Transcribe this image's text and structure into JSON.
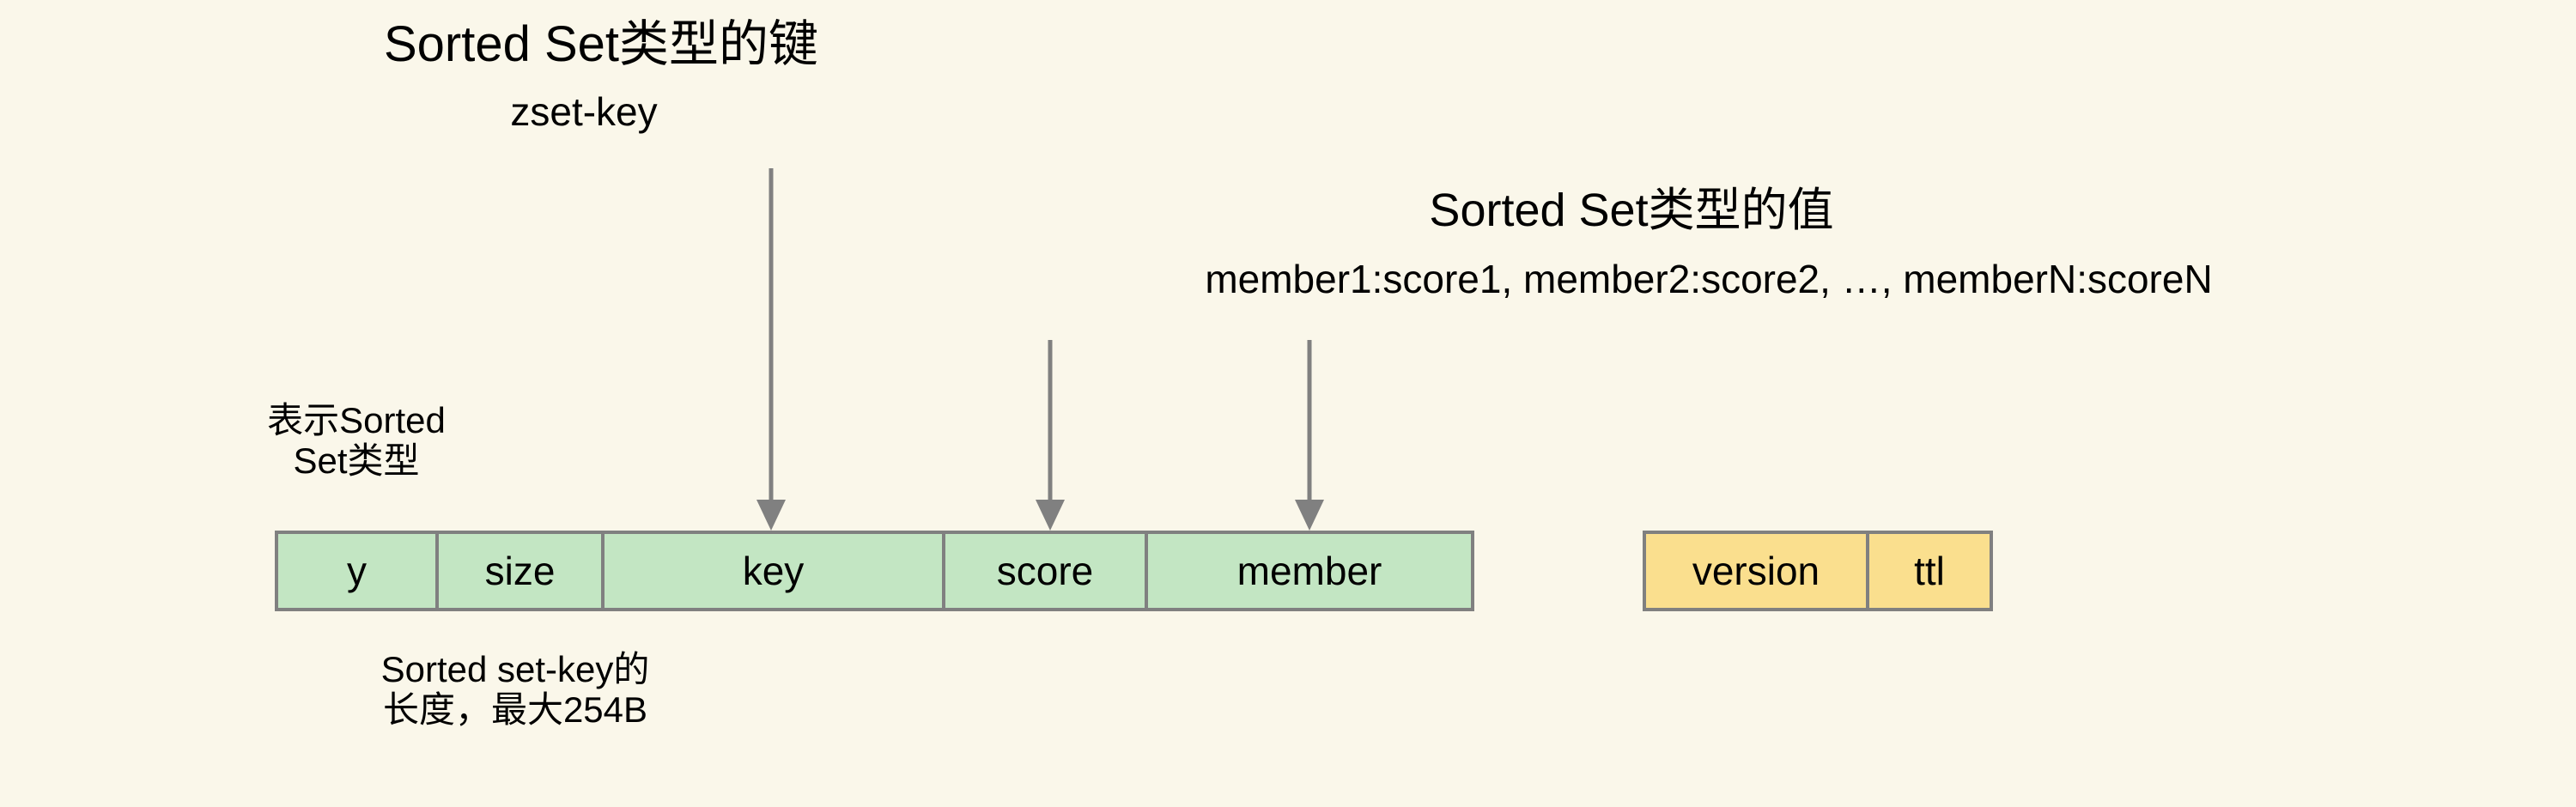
{
  "diagram": {
    "background_color": "#faf7ea",
    "annotations": {
      "key_title": "Sorted Set类型的键",
      "key_subtitle": "zset-key",
      "value_title": "Sorted Set类型的值",
      "value_subtitle": "member1:score1, member2:score2, …, memberN:scoreN",
      "type_note": "表示Sorted\nSet类型",
      "size_note": "Sorted set-key的\n长度，最大254B"
    },
    "green_row": {
      "fill_color": "#c3e6c3",
      "border_color": "#808080",
      "cells": [
        {
          "label": "y"
        },
        {
          "label": "size"
        },
        {
          "label": "key"
        },
        {
          "label": "score"
        },
        {
          "label": "member"
        }
      ]
    },
    "yellow_row": {
      "fill_color": "#fadf8e",
      "border_color": "#808080",
      "cells": [
        {
          "label": "version"
        },
        {
          "label": "ttl"
        }
      ]
    },
    "arrows": [
      {
        "name": "arrow-to-key",
        "target": "key",
        "color": "#808080"
      },
      {
        "name": "arrow-to-score",
        "target": "score",
        "color": "#808080"
      },
      {
        "name": "arrow-to-member",
        "target": "member",
        "color": "#808080"
      }
    ]
  }
}
